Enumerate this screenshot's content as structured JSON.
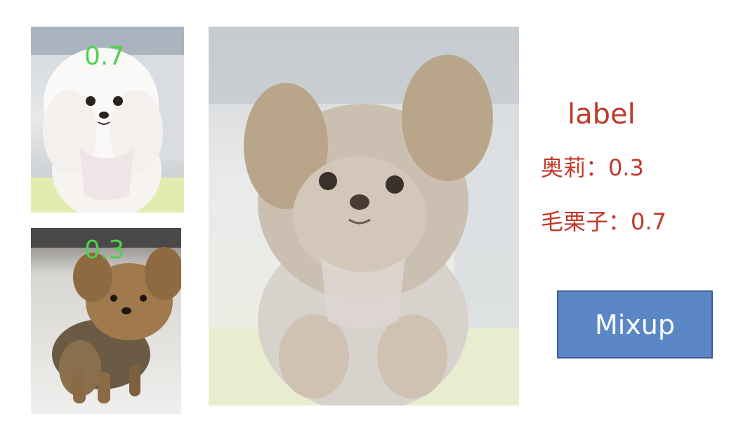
{
  "images": {
    "white_dog": {
      "weight_text": "0.7"
    },
    "yorkie": {
      "weight_text": "0.3"
    },
    "mixed": {}
  },
  "label_panel": {
    "title": "label",
    "entries": [
      {
        "text": "奥莉：0.3"
      },
      {
        "text": "毛栗子：0.7"
      }
    ]
  },
  "action": {
    "button_label": "Mixup"
  },
  "colors": {
    "weight_text": "#4fd14a",
    "label_text": "#c0392b",
    "button_fill": "#5b87c7"
  }
}
